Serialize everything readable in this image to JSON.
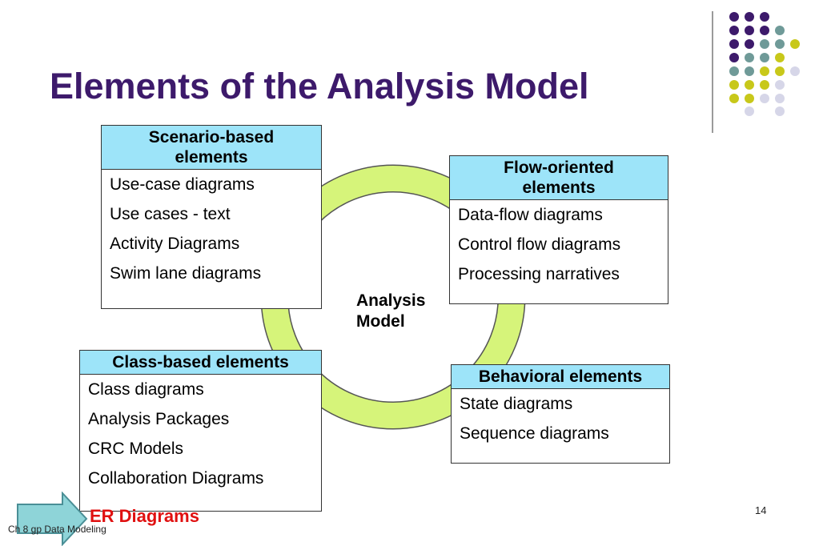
{
  "title": "Elements of the Analysis Model",
  "center_label": [
    "Analysis",
    "Model"
  ],
  "boxes": {
    "scenario": {
      "header": [
        "Scenario-based",
        "elements"
      ],
      "items": [
        "Use-case diagrams",
        "Use cases - text",
        "Activity Diagrams",
        "Swim lane diagrams"
      ]
    },
    "flow": {
      "header": [
        "Flow-oriented",
        "elements"
      ],
      "items": [
        "Data-flow diagrams",
        "Control flow diagrams",
        "Processing narratives"
      ]
    },
    "class": {
      "header": [
        "Class-based elements"
      ],
      "items": [
        "Class diagrams",
        "Analysis Packages",
        "CRC Models",
        "Collaboration Diagrams"
      ]
    },
    "behavioral": {
      "header": [
        "Behavioral elements"
      ],
      "items": [
        "State diagrams",
        "Sequence diagrams"
      ]
    }
  },
  "er_label": "ER Diagrams",
  "footer": "Ch 8 gp Data Modeling",
  "page_number": "14",
  "colors": {
    "title": "#3d1a6b",
    "box_header": "#9de4f9",
    "ring": "#d6f47a",
    "er": "#e01010",
    "arrow": "#8ed4d8"
  }
}
